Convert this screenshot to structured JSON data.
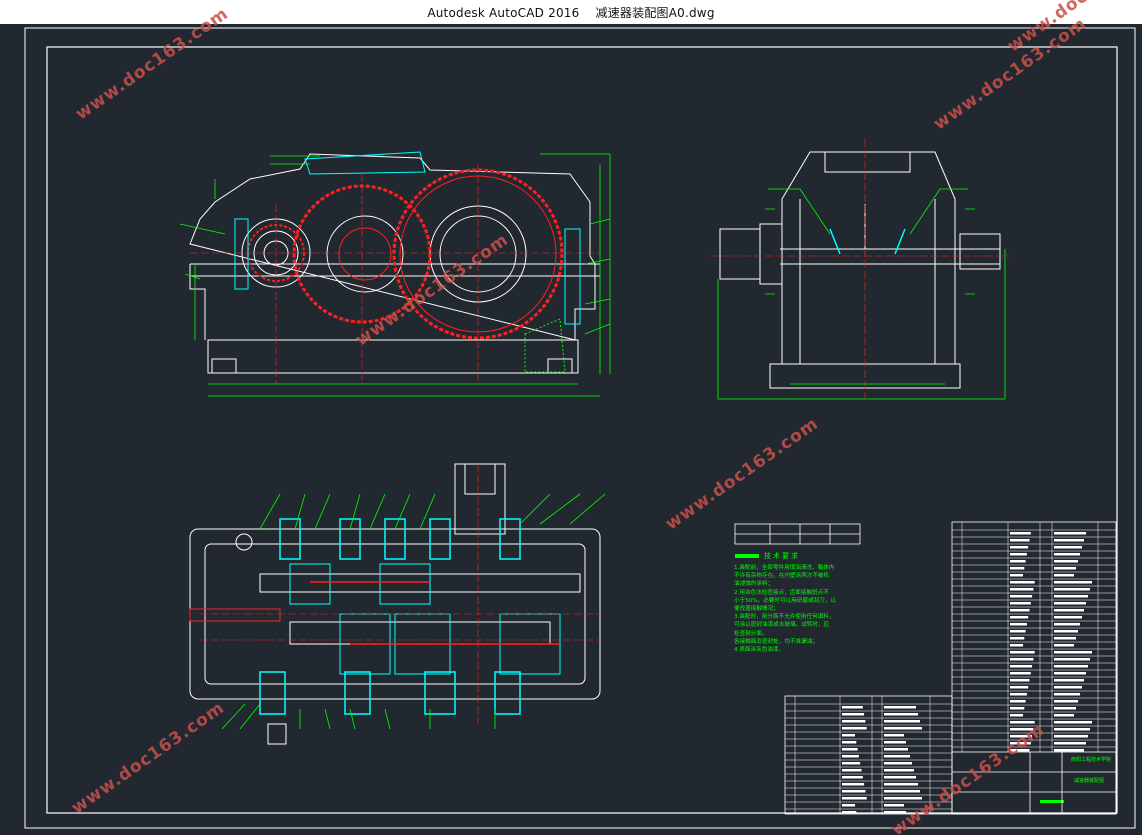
{
  "window": {
    "app_title": "Autodesk AutoCAD 2016",
    "file_name": "减速器装配图A0.dwg"
  },
  "watermark": {
    "text": "www.doc163.com",
    "color": "#c8504a"
  },
  "tech_requirements": {
    "heading": "技术要求",
    "lines": [
      "1.装配前，全部零件用煤油清洗，箱体内",
      "不许有杂物存在。在内壁涂两次不被机",
      "油浸蚀的涂料；",
      "2.用涂色法检查接点，齿面接触斑点不",
      "小于50%。必要时可以用研磨或刮刀，以",
      "便改善接触情况；",
      "3.装配时，剖分面不允许使用任何填料，",
      "可涂以密封油漆或水玻璃。试转时，应",
      "检查剖分面。",
      "各接触面及密封处，均不准漏油；",
      "4.表面涂灰色油漆。"
    ]
  },
  "title_block": {
    "school": "南阳工程技术学院",
    "drawing_name": "减速器装配图"
  },
  "colors": {
    "canvas_bg": "#212830",
    "outline": "#ffffff",
    "dimension": "#00ff00",
    "gear": "#ff2020",
    "section": "#00ffff"
  }
}
